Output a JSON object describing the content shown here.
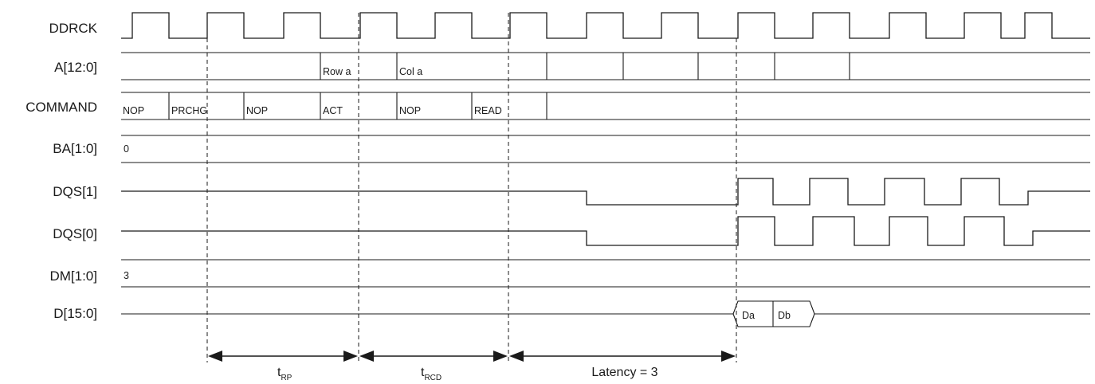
{
  "signals": {
    "ddrck": "DDRCK",
    "addr": "A[12:0]",
    "command": "COMMAND",
    "ba": "BA[1:0]",
    "dqs1": "DQS[1]",
    "dqs0": "DQS[0]",
    "dm": "DM[1:0]",
    "data": "D[15:0]"
  },
  "addr_values": {
    "row": "Row a",
    "col": "Col a"
  },
  "commands": {
    "nop1": "NOP",
    "prchg": "PRCHG",
    "nop2": "NOP",
    "act": "ACT",
    "nop3": "NOP",
    "read": "READ"
  },
  "ba_value": "0",
  "dm_value": "3",
  "data_values": {
    "a": "Da",
    "b": "Db"
  },
  "measurements": {
    "trp_main": "t",
    "trp_sub": "RP",
    "trcd_main": "t",
    "trcd_sub": "RCD",
    "latency": "Latency = 3"
  }
}
